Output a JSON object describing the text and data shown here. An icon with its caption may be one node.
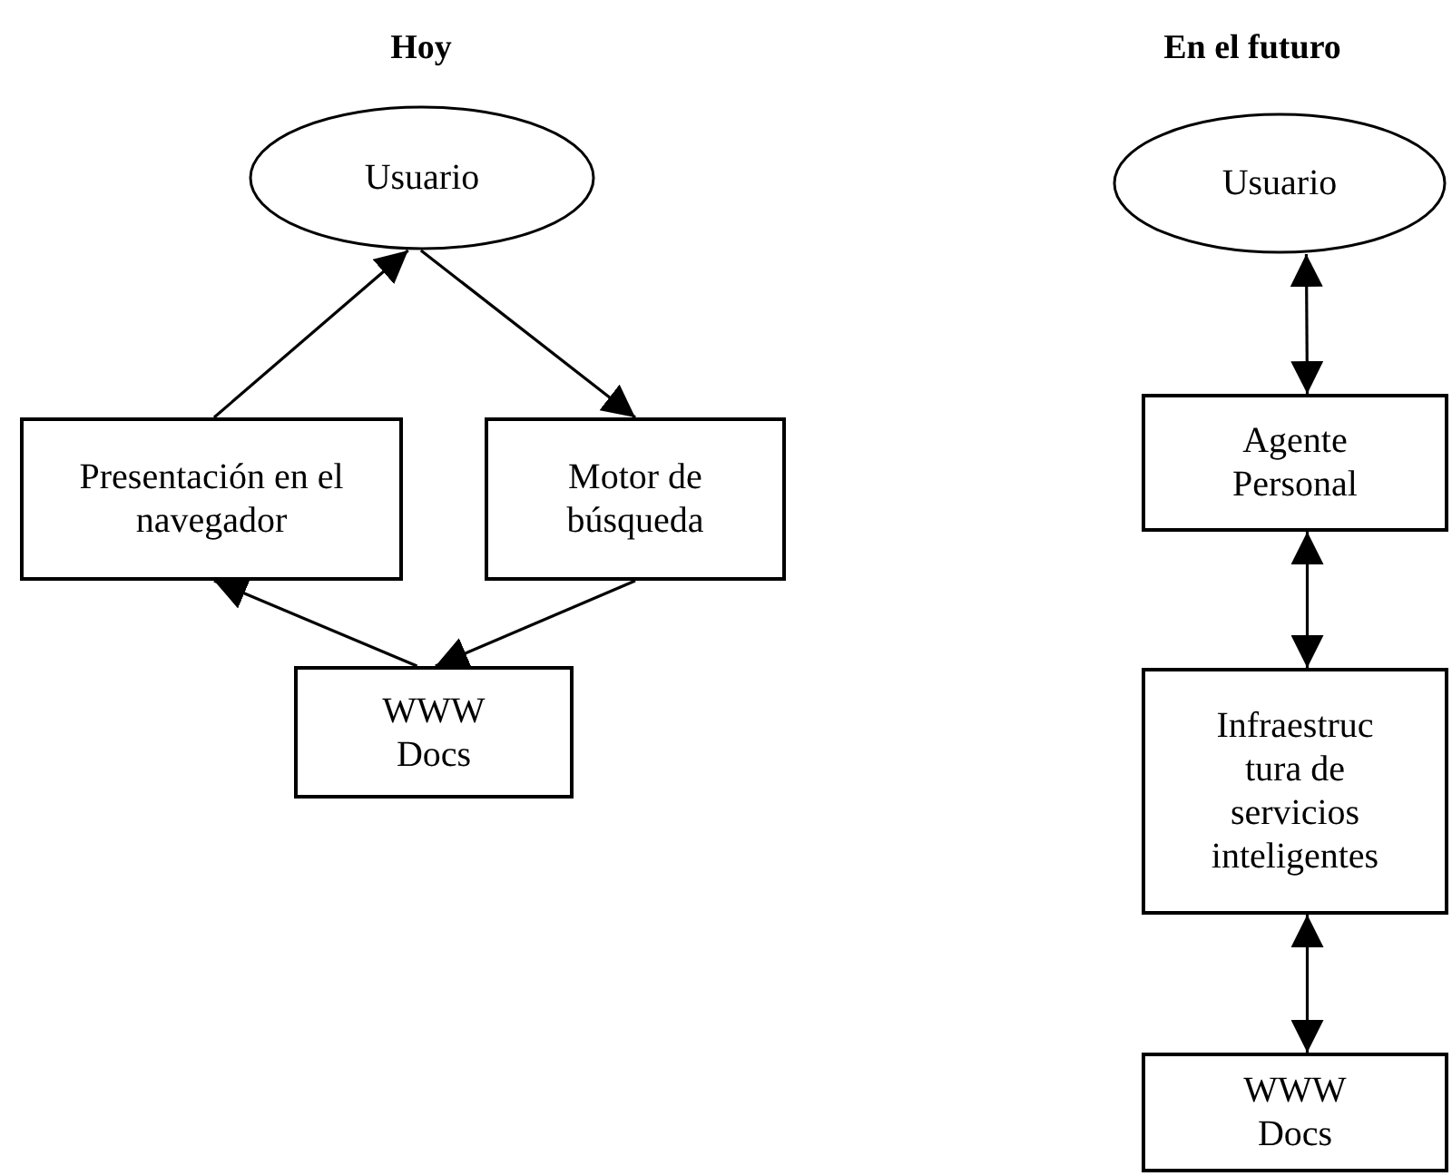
{
  "diagram": {
    "nodes": [
      {
        "text": [
          "Usuario"
        ]
      },
      {
        "text": [
          "Presentación en el navegador"
        ]
      },
      {
        "text": [
          "Motor de búsqueda"
        ]
      },
      {
        "text": [
          "WWW Docs"
        ]
      },
      {
        "text": [
          "Usuario"
        ]
      },
      {
        "text": [
          "Agente Personal"
        ]
      },
      {
        "text": [
          "Infraestruc tura de servicios inteligentes"
        ]
      },
      {
        "text": [
          "WWW Docs"
        ]
      }
    ],
    "edges": [
      {
        "from": 1,
        "to": 0,
        "arrow": "to"
      },
      {
        "from": 0,
        "to": 2,
        "arrow": "to"
      },
      {
        "from": 2,
        "to": 3,
        "arrow": "to"
      },
      {
        "from": 3,
        "to": 1,
        "arrow": "to"
      },
      {
        "from": 4,
        "to": 5,
        "arrow": "both"
      },
      {
        "from": 5,
        "to": 6,
        "arrow": "both"
      },
      {
        "from": 6,
        "to": 7,
        "arrow": "both"
      }
    ],
    "labels": [
      "Hoy",
      "En el futuro"
    ]
  }
}
